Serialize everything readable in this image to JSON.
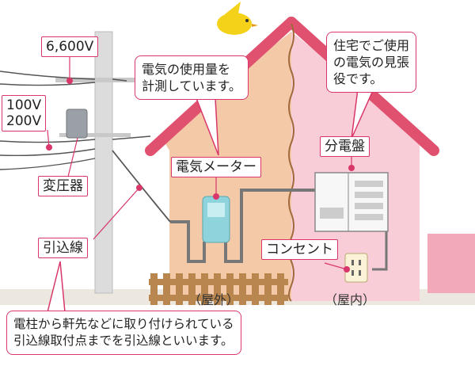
{
  "labels": {
    "voltage_high": "6,600V",
    "voltage_low": "100V\n200V",
    "transformer": "変圧器",
    "service_wire": "引込線",
    "meter": "電気メーター",
    "panel": "分電盤",
    "outlet": "コンセント",
    "outdoor": "（屋外）",
    "indoor": "（屋内）"
  },
  "bubbles": {
    "meter_desc": "電気の使用量を\n計測しています。",
    "panel_desc": "住宅でご使用\nの電気の見張\n役です。",
    "service_wire_desc": "電柱から軒先などに取り付けられている\n引込線取付点までを引込線といいます。"
  },
  "colors": {
    "accent": "#d9376a",
    "house_outdoor": "#f3c9a8",
    "house_indoor": "#f9cdd8",
    "roof": "#e0506f",
    "meter": "#8fd3dc"
  }
}
